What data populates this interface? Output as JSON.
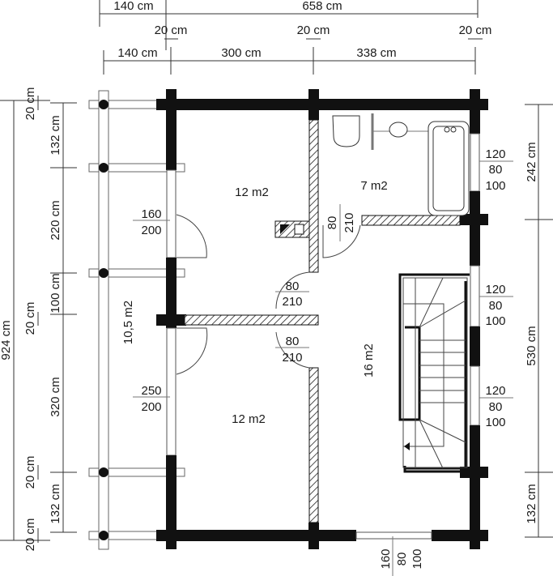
{
  "dimensions": {
    "top": {
      "left_overall": "140 cm",
      "overall": "658 cm",
      "post_1": "20 cm",
      "post_2": "20 cm",
      "post_3": "20 cm",
      "left_inner": "140 cm",
      "room_left": "300 cm",
      "room_right": "338 cm"
    },
    "left": {
      "overall": "924 cm",
      "post_top": "20 cm",
      "seg_1": "132 cm",
      "seg_2": "220 cm",
      "seg_3": "100 cm",
      "post_mid": "20 cm",
      "seg_4": "320 cm",
      "post_low": "20 cm",
      "seg_5": "132 cm",
      "post_bottom": "20 cm"
    },
    "right": {
      "seg_1": "242 cm",
      "seg_2": "530 cm",
      "seg_3": "132 cm"
    }
  },
  "rooms": {
    "room_upper_left": "12 m2",
    "bathroom": "7 m2",
    "terrace": "10,5 m2",
    "hall": "16 m2",
    "room_lower_left": "12 m2"
  },
  "openings": {
    "terrace_door_upper": {
      "width": "160",
      "height": "200"
    },
    "terrace_door_lower": {
      "width": "250",
      "height": "200"
    },
    "door_upper_room": {
      "width": "80",
      "height": "210"
    },
    "door_lower_room": {
      "width": "80",
      "height": "210"
    },
    "door_bathroom": {
      "width": "80",
      "height": "210"
    },
    "window_bathroom": {
      "width": "120",
      "height": "80",
      "sill": "100"
    },
    "window_hall_1": {
      "width": "120",
      "height": "80",
      "sill": "100"
    },
    "window_hall_2": {
      "width": "120",
      "height": "80",
      "sill": "100"
    },
    "window_bottom": {
      "width": "160",
      "height": "80",
      "sill": "100"
    }
  }
}
